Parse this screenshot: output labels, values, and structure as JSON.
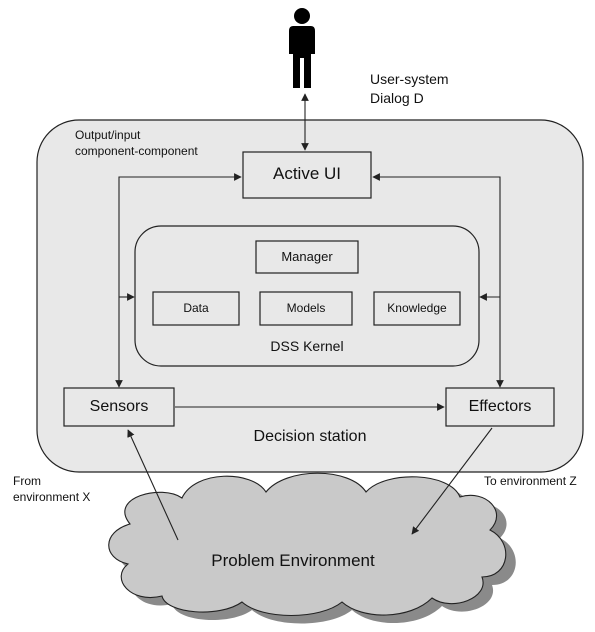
{
  "user_dialog": {
    "line1": "User-system",
    "line2": "Dialog D"
  },
  "output_input": {
    "line1": "Output/input",
    "line2": "component-component"
  },
  "active_ui": "Active UI",
  "manager": "Manager",
  "data": "Data",
  "models": "Models",
  "knowledge": "Knowledge",
  "dss_kernel": "DSS Kernel",
  "sensors": "Sensors",
  "effectors": "Effectors",
  "decision_station": "Decision station",
  "from_env": {
    "line1": "From",
    "line2": "environment X"
  },
  "to_env": "To environment Z",
  "problem_env": "Problem Environment",
  "colors": {
    "station_fill": "#e8e8e8",
    "cloud_fill": "#c9c9c9",
    "shadow": "#8a8a8a",
    "stroke": "#222222"
  },
  "icons": {
    "user": "person-icon"
  }
}
